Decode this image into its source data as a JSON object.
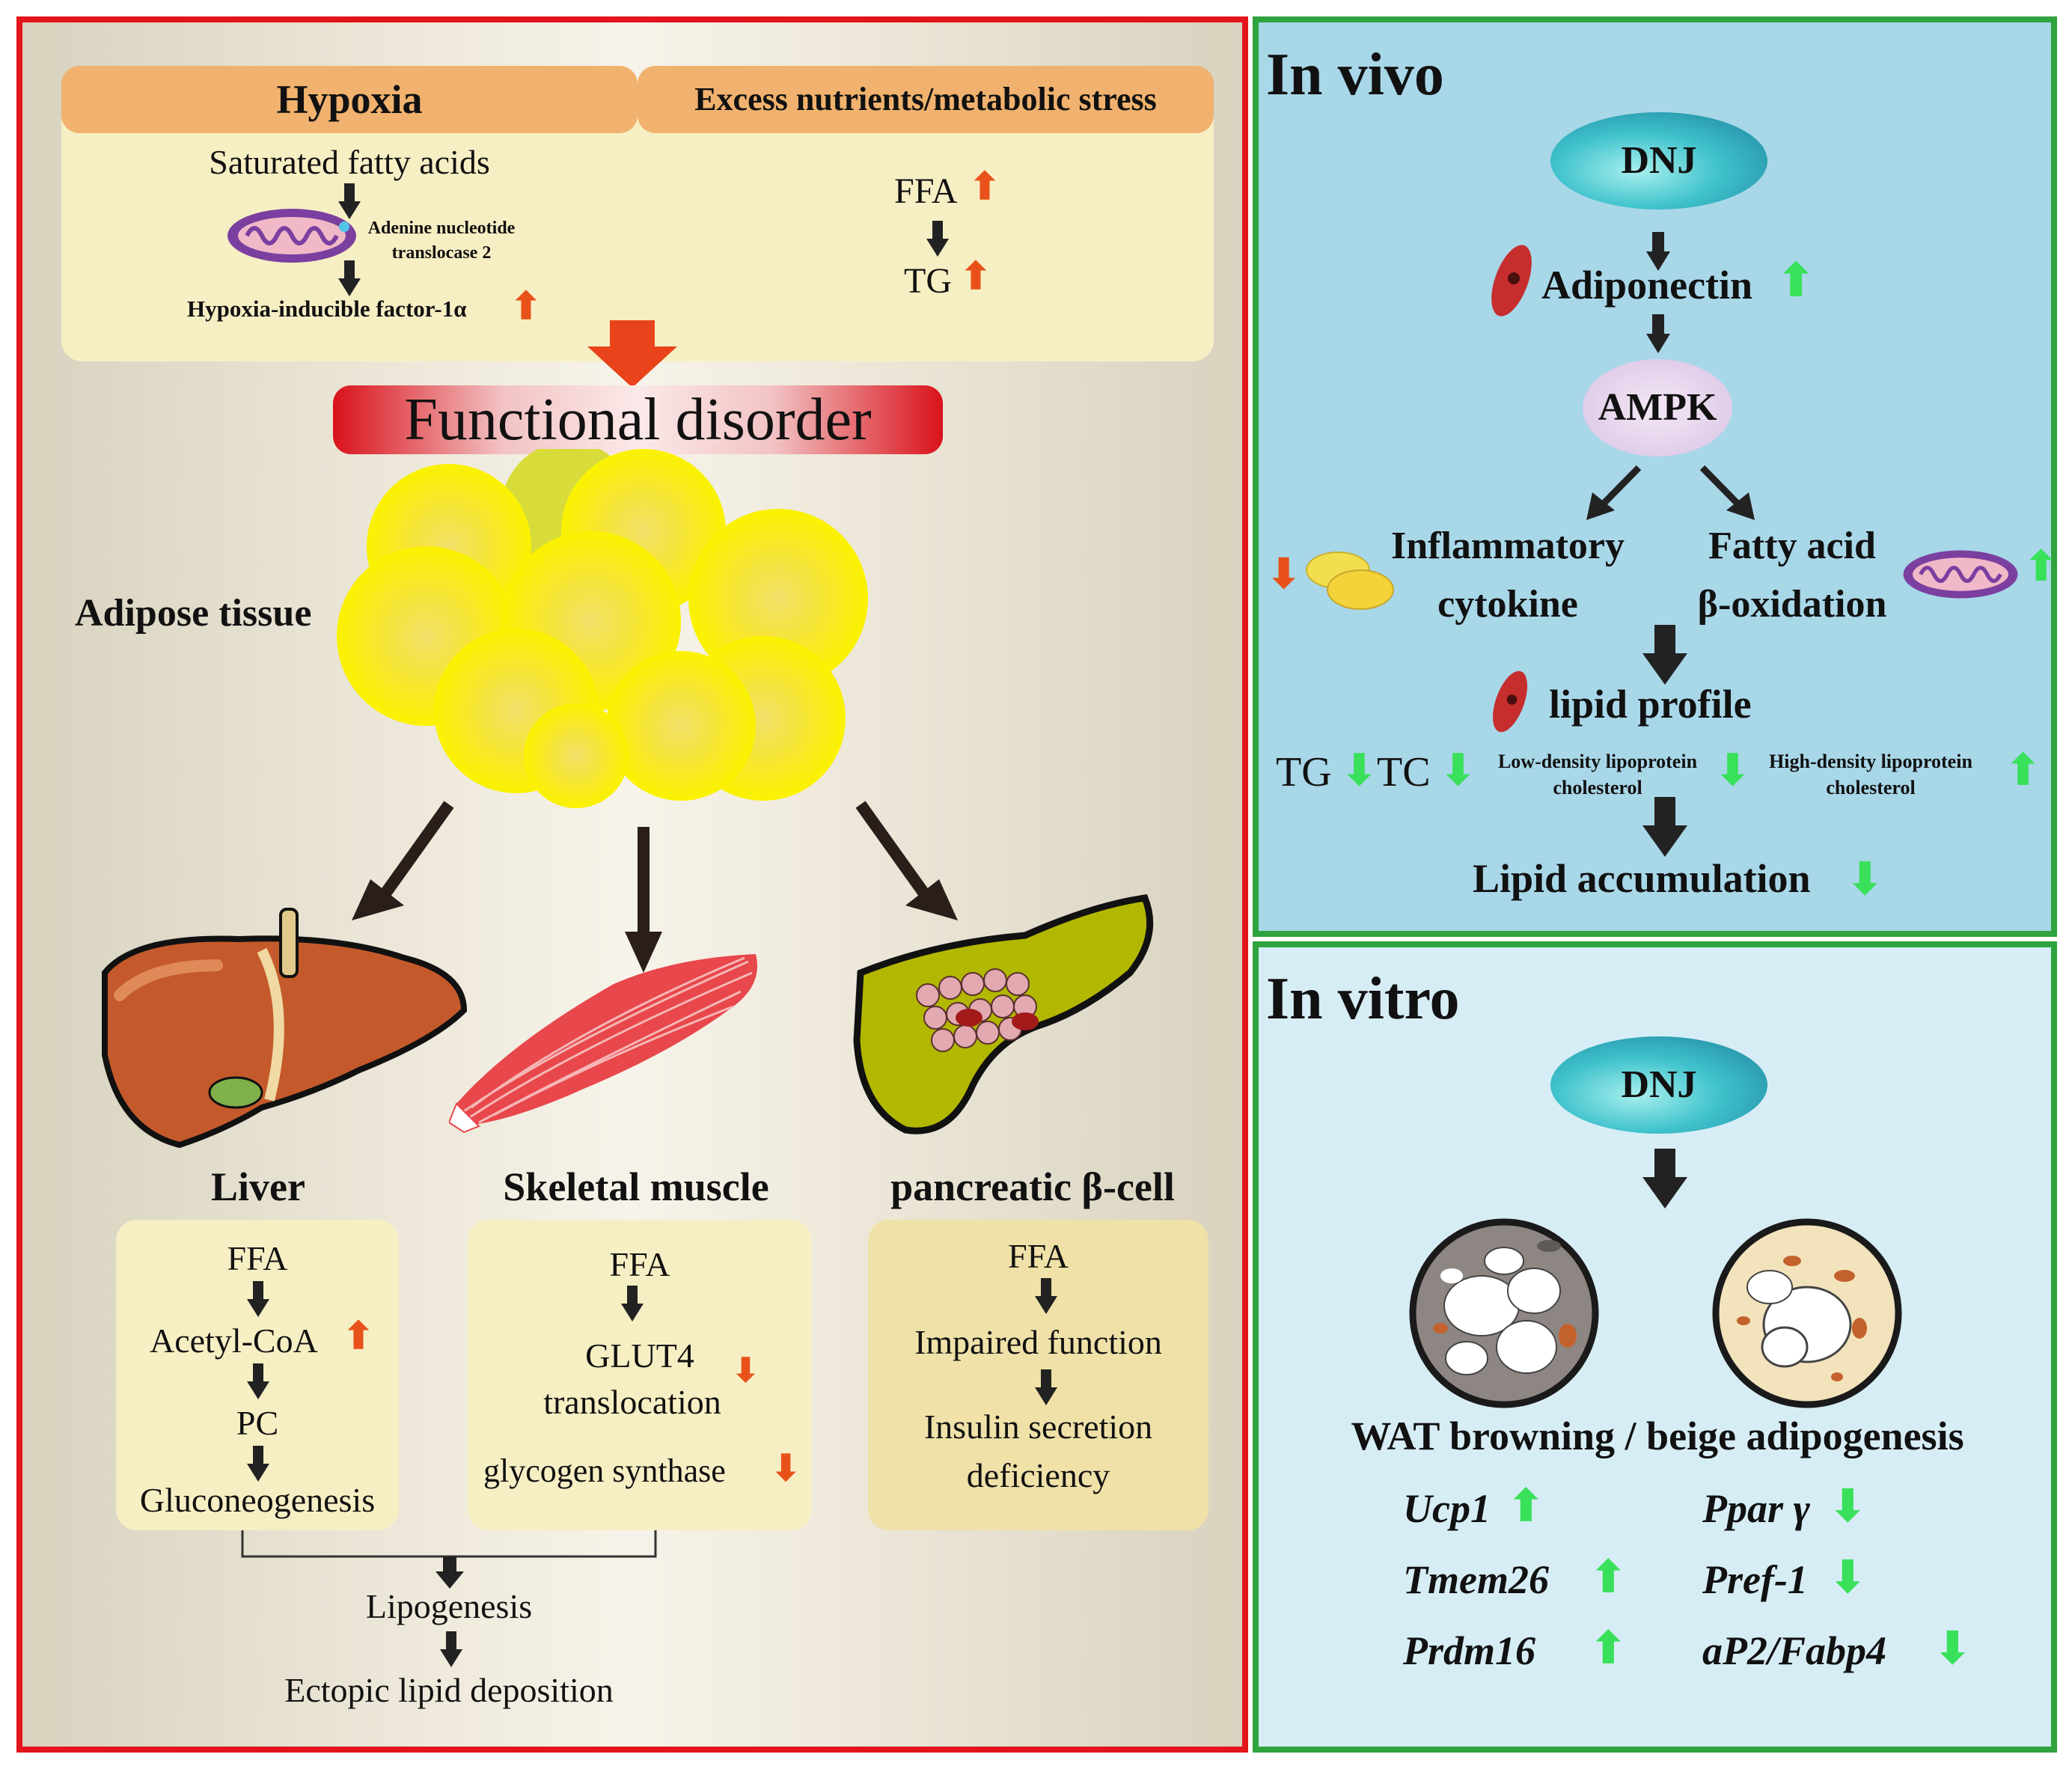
{
  "left": {
    "hypoxia": {
      "title": "Hypoxia",
      "line1": "Saturated fatty acids",
      "line2a": "Adenine nucleotide",
      "line2b": "translocase 2",
      "line3": "Hypoxia-inducible factor-1α"
    },
    "stress": {
      "title": "Excess nutrients/metabolic stress",
      "ffa": "FFA",
      "tg": "TG"
    },
    "banner": "Functional disorder",
    "adipose_label": "Adipose tissue",
    "liver": {
      "title": "Liver",
      "l1": "FFA",
      "l2": "Acetyl-CoA",
      "l3": "PC",
      "l4": "Gluconeogenesis"
    },
    "muscle": {
      "title": "Skeletal muscle",
      "l1": "FFA",
      "l2a": "GLUT4",
      "l2b": "translocation",
      "l3": "glycogen synthase"
    },
    "pancreas": {
      "title": "pancreatic β-cell",
      "l1": "FFA",
      "l2": "Impaired function",
      "l3a": "Insulin secretion",
      "l3b": "deficiency"
    },
    "bottom": {
      "l1": "Lipogenesis",
      "l2": "Ectopic lipid deposition"
    }
  },
  "invivo": {
    "title": "In vivo",
    "dnj": "DNJ",
    "adiponectin": "Adiponectin",
    "ampk": "AMPK",
    "inflam_a": "Inflammatory",
    "inflam_b": "cytokine",
    "fa_a": "Fatty acid",
    "fa_b": "β-oxidation",
    "lipid_profile": "lipid profile",
    "tg": "TG",
    "tc": "TC",
    "ldl_a": "Low-density lipoprotein",
    "ldl_b": "cholesterol",
    "hdl_a": "High-density lipoprotein",
    "hdl_b": "cholesterol",
    "lipid_accum": "Lipid accumulation"
  },
  "invitro": {
    "title": "In vitro",
    "dnj": "DNJ",
    "wat": "WAT browning / beige adipogenesis",
    "genes_up": [
      "Ucp1",
      "Tmem26",
      "Prdm16"
    ],
    "genes_down": [
      "Ppar γ",
      "Pref-1",
      "aP2/Fabp4"
    ]
  },
  "arrows": {
    "up": "⬆",
    "down": "⬇"
  },
  "colors": {
    "left_border": "#e3141b",
    "right_border": "#2ea33e",
    "red_arrow": "#e8521a",
    "green_arrow": "#39e05a"
  }
}
